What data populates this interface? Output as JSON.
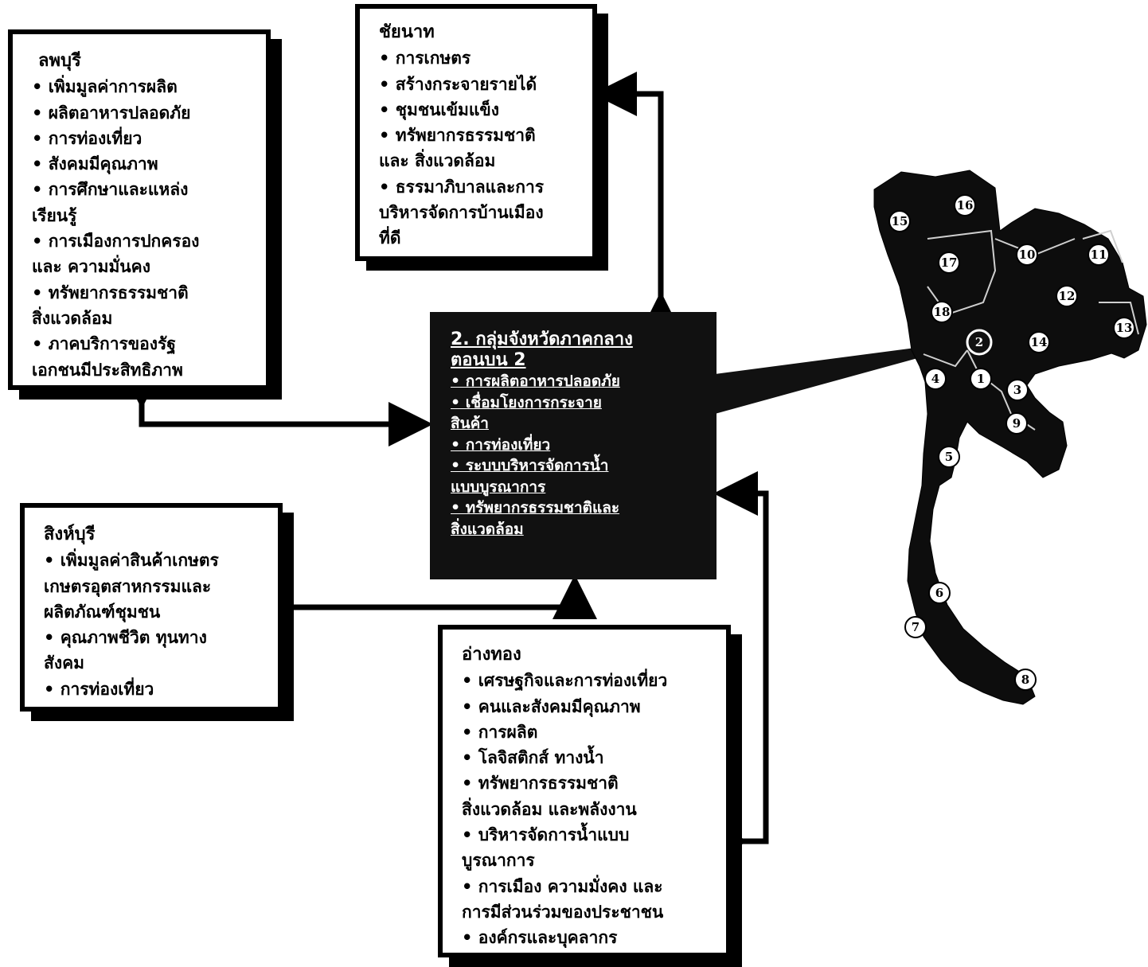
{
  "center": {
    "title": [
      "2. กลุ่มจังหวัดภาคกลาง",
      "ตอนบน 2"
    ],
    "items": [
      "• การผลิตอาหารปลอดภัย",
      "• เชื่อมโยงการกระจาย",
      "สินค้า",
      "• การท่องเที่ยว",
      "• ระบบบริหารจัดการน้ำ",
      "แบบบูรณาการ",
      "• ทรัพยากรธรรมชาติและ",
      "สิ่งแวดล้อม"
    ]
  },
  "lopburi": {
    "title": "ลพบุรี",
    "items": [
      "• เพิ่มมูลค่าการผลิต",
      "• ผลิตอาหารปลอดภัย",
      "• การท่องเที่ยว",
      "• สังคมมีคุณภาพ",
      "• การศึกษาและแหล่ง",
      "เรียนรู้",
      "• การเมืองการปกครอง",
      "และ ความมั่นคง",
      "• ทรัพยากรธรรมชาติ",
      "สิ่งแวดล้อม",
      "• ภาคบริการของรัฐ",
      "เอกชนมีประสิทธิภาพ"
    ]
  },
  "chainat": {
    "title": "ชัยนาท",
    "items": [
      "• การเกษตร",
      "• สร้างกระจายรายได้",
      "• ชุมชนเข้มแข็ง",
      "• ทรัพยากรธรรมชาติ",
      "และ สิ่งแวดล้อม",
      "• ธรรมาภิบาลและการ",
      "บริหารจัดการบ้านเมือง",
      "ที่ดี"
    ]
  },
  "singburi": {
    "title": "สิงห์บุรี",
    "items": [
      "• เพิ่มมูลค่าสินค้าเกษตร",
      "เกษตรอุตสาหกรรมและ",
      "ผลิตภัณฑ์ชุมชน",
      "• คุณภาพชีวิต ทุนทาง",
      "สังคม",
      "• การท่องเที่ยว"
    ]
  },
  "angthong": {
    "title": "อ่างทอง",
    "items": [
      "• เศรษฐกิจและการท่องเที่ยว",
      "• คนและสังคมมีคุณภาพ",
      "• การผลิต",
      "• โลจิสติกส์ ทางน้ำ",
      "• ทรัพยากรธรรมชาติ",
      "สิ่งแวดล้อม และพลังงาน",
      "• บริหารจัดการน้ำแบบ",
      "บูรณาการ",
      "• การเมือง ความมั่งคง และ",
      "การมีส่วนร่วมของประชาชน",
      "• องค์กรและบุคลากร"
    ]
  },
  "map": {
    "region_numbers": [
      "16",
      "15",
      "17",
      "10",
      "11",
      "12",
      "18",
      "2",
      "14",
      "13",
      "4",
      "1",
      "3",
      "9",
      "5",
      "6",
      "7",
      "8"
    ]
  },
  "colors": {
    "ink": "#000000",
    "panel": "#111111",
    "paper": "#ffffff"
  }
}
